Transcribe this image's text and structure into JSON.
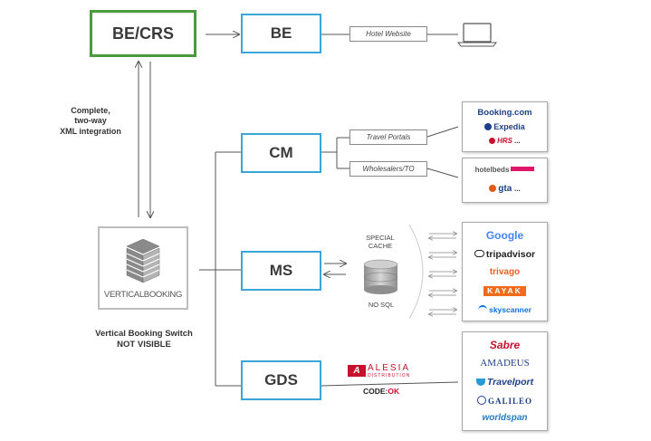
{
  "boxes": {
    "be_crs": "BE/CRS",
    "be": "BE",
    "cm": "CM",
    "ms": "MS",
    "gds": "GDS"
  },
  "channels": {
    "hotel_website": "Hotel Website",
    "travel_portals": "Travel Portals",
    "wholesalers": "Wholesalers/TO"
  },
  "integration_label": "Complete,\ntwo-way\nXML integration",
  "vb": {
    "logo_text": "VERTICALBOOKING",
    "caption_line1": "Vertical Booking Switch",
    "caption_line2": "NOT VISIBLE"
  },
  "cache": {
    "line1": "SPECIAL",
    "line2": "CACHE",
    "nosql": "NO SQL"
  },
  "portals": [
    "Booking.com",
    "Expedia",
    "HRS",
    "..."
  ],
  "wholesalers": [
    "hotelbeds",
    "gta",
    "..."
  ],
  "meta": [
    "Google",
    "tripadvisor",
    "trivago",
    "KAYAK",
    "skyscanner"
  ],
  "gds_systems": [
    "Sabre",
    "AMADEUS",
    "Travelport",
    "GALILEO",
    "worldspan"
  ],
  "alesia": {
    "name": "ALESIA",
    "sub": "DISTRIBUTION",
    "code_prefix": "CODE:",
    "code_suffix": "OK"
  },
  "colors": {
    "box_border": "#3aa6d8",
    "be_crs_border": "#4a9a3e",
    "line": "#555555"
  }
}
